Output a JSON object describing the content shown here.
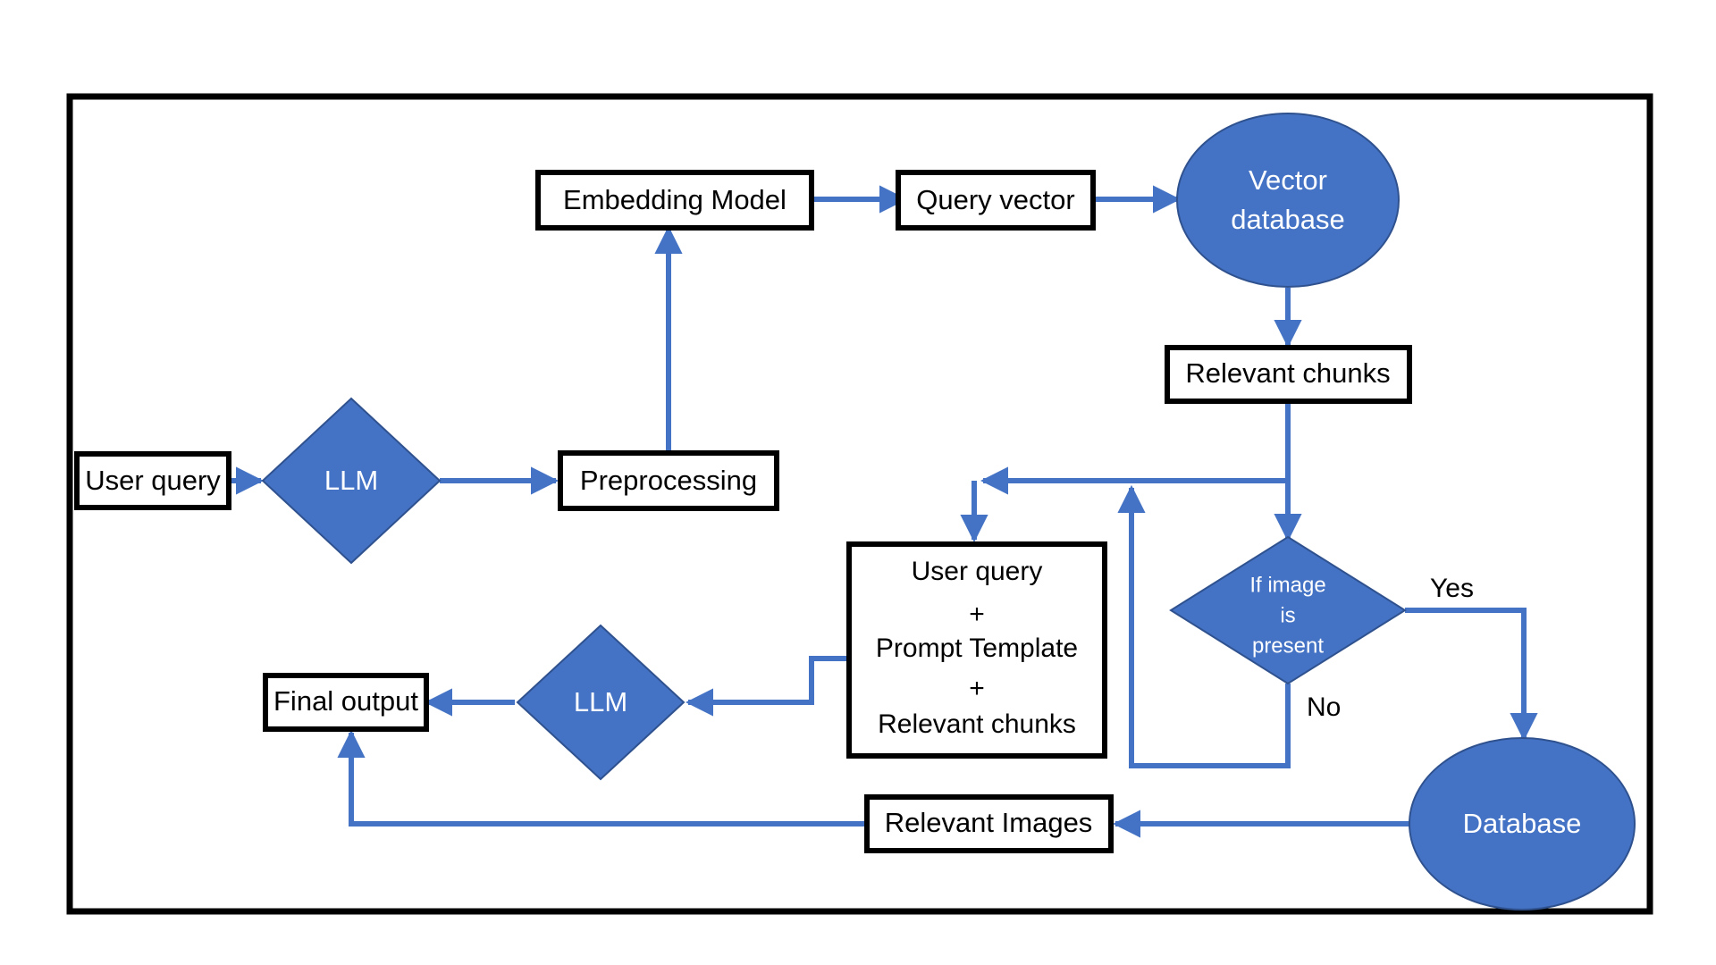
{
  "diagram": {
    "title": "RAG pipeline flowchart",
    "colors": {
      "shape_fill": "#4472c4",
      "shape_stroke": "#2f528f",
      "box_fill": "#ffffff",
      "box_stroke": "#000000",
      "connector": "#4472c4",
      "frame": "#000000",
      "text_dark": "#000000",
      "text_light": "#ffffff"
    },
    "nodes": [
      {
        "id": "user-query",
        "label": "User query",
        "shape": "rect"
      },
      {
        "id": "llm-1",
        "label": "LLM",
        "shape": "diamond"
      },
      {
        "id": "preprocessing",
        "label": "Preprocessing",
        "shape": "rect"
      },
      {
        "id": "embedding-model",
        "label": "Embedding Model",
        "shape": "rect"
      },
      {
        "id": "query-vector",
        "label": "Query vector",
        "shape": "rect"
      },
      {
        "id": "vector-database",
        "label": "Vector\ndatabase",
        "shape": "ellipse"
      },
      {
        "id": "relevant-chunks",
        "label": "Relevant chunks",
        "shape": "rect"
      },
      {
        "id": "if-image-present",
        "label": "If image\nis\npresent",
        "shape": "diamond"
      },
      {
        "id": "prompt-assembly",
        "label": "User query\n+\nPrompt Template\n+\nRelevant chunks",
        "shape": "rect"
      },
      {
        "id": "llm-2",
        "label": "LLM",
        "shape": "diamond"
      },
      {
        "id": "final-output",
        "label": "Final output",
        "shape": "rect"
      },
      {
        "id": "database",
        "label": "Database",
        "shape": "ellipse"
      },
      {
        "id": "relevant-images",
        "label": "Relevant Images",
        "shape": "rect"
      }
    ],
    "labels": {
      "vector_db_line1": "Vector",
      "vector_db_line2": "database",
      "if_image_line1": "If image",
      "if_image_line2": "is",
      "if_image_line3": "present",
      "prompt_line1": "User query",
      "prompt_line2": "+",
      "prompt_line3": "Prompt Template",
      "prompt_line4": "+",
      "prompt_line5": "Relevant chunks",
      "user_query": "User query",
      "llm_1": "LLM",
      "preprocessing": "Preprocessing",
      "embedding_model": "Embedding Model",
      "query_vector": "Query vector",
      "relevant_chunks": "Relevant chunks",
      "llm_2": "LLM",
      "final_output": "Final output",
      "database": "Database",
      "relevant_images": "Relevant Images",
      "yes": "Yes",
      "no": "No"
    },
    "edges": [
      {
        "id": "e-userquery-llm1",
        "from": "user-query",
        "to": "llm-1",
        "label": ""
      },
      {
        "id": "e-llm1-preprocessing",
        "from": "llm-1",
        "to": "preprocessing",
        "label": ""
      },
      {
        "id": "e-preprocessing-embed",
        "from": "preprocessing",
        "to": "embedding-model",
        "label": ""
      },
      {
        "id": "e-embed-queryvector",
        "from": "embedding-model",
        "to": "query-vector",
        "label": ""
      },
      {
        "id": "e-queryvector-vectordb",
        "from": "query-vector",
        "to": "vector-database",
        "label": ""
      },
      {
        "id": "e-vectordb-chunks",
        "from": "vector-database",
        "to": "relevant-chunks",
        "label": ""
      },
      {
        "id": "e-chunks-preprocessing",
        "from": "relevant-chunks",
        "to": "preprocessing",
        "label": ""
      },
      {
        "id": "e-chunks-ifimage",
        "from": "relevant-chunks",
        "to": "if-image-present",
        "label": ""
      },
      {
        "id": "e-preprocessing-prompt",
        "from": "preprocessing",
        "to": "prompt-assembly",
        "label": ""
      },
      {
        "id": "e-ifimage-database",
        "from": "if-image-present",
        "to": "database",
        "label": "Yes"
      },
      {
        "id": "e-ifimage-loopback",
        "from": "if-image-present",
        "to": "preprocessing",
        "label": "No"
      },
      {
        "id": "e-prompt-llm2",
        "from": "prompt-assembly",
        "to": "llm-2",
        "label": ""
      },
      {
        "id": "e-llm2-finaloutput",
        "from": "llm-2",
        "to": "final-output",
        "label": ""
      },
      {
        "id": "e-database-images",
        "from": "database",
        "to": "relevant-images",
        "label": ""
      },
      {
        "id": "e-images-finaloutput",
        "from": "relevant-images",
        "to": "final-output",
        "label": ""
      }
    ]
  }
}
